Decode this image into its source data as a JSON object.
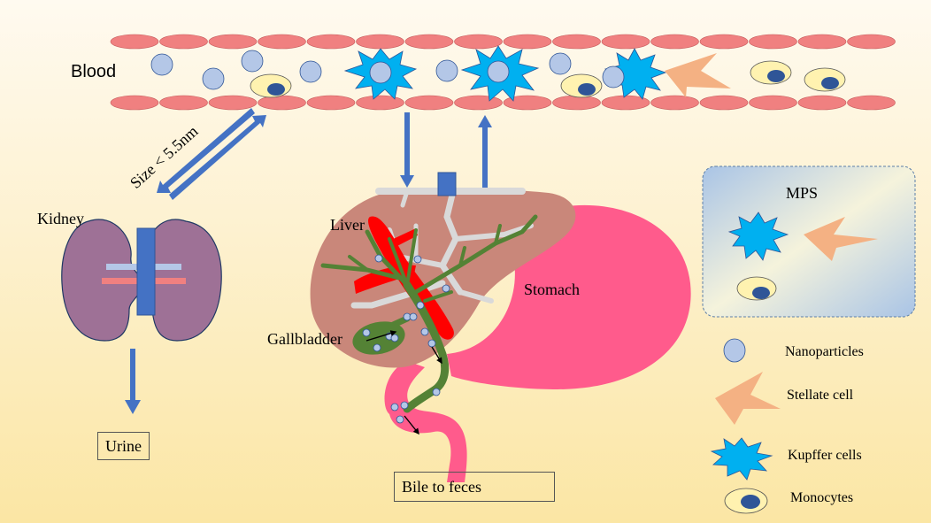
{
  "labels": {
    "blood": "Blood",
    "size": "Size < 5.5nm",
    "kidney": "Kidney",
    "urine": "Urine",
    "liver": "Liver",
    "stomach": "Stomach",
    "gallbladder": "Gallbladder",
    "bile": "Bile to feces",
    "mps": "MPS"
  },
  "legend": [
    {
      "icon": "nanoparticle-icon",
      "label": "Nanoparticles"
    },
    {
      "icon": "stellate-cell-icon",
      "label": "Stellate cell"
    },
    {
      "icon": "kupffer-cell-icon",
      "label": "Kupffer cells"
    },
    {
      "icon": "monocyte-icon",
      "label": "Monocytes"
    }
  ],
  "colors": {
    "rbc": "#f08080",
    "nanoparticle": "#b4c7e7",
    "kupffer": "#00b0f0",
    "stellate": "#f4b183",
    "monocyte_outer": "#fff2b0",
    "monocyte_nucleus": "#2f5597",
    "arrow": "#4472c4",
    "kidney": "#9e7196",
    "liver": "#c9877a",
    "stomach": "#ff5b8c",
    "bile_duct": "#548235",
    "vessel_red": "#ff0000"
  }
}
